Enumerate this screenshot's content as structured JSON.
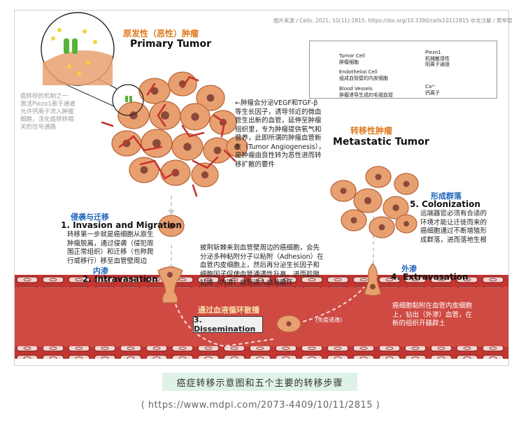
{
  "source_note": "图片来源 / Cells. 2021; 10(11):2815. https://doi.org/10.3390/cells10112815 中文注解 / 黄亭瑄",
  "primary": {
    "title_zh": "原发性（恶性）肿瘤",
    "title_en": "Primary Tumor",
    "side_note": "癌转移的机制之一\n激活Piezo1离子通道\n允许钙离子流入肿瘤\n细胞，活化癌转移相\n关的信号通路",
    "angiogenesis_note": "←肿瘤会分泌VEGF和TGF-β\n等生长因子，诱导邻近的微血\n管生出新的血管，延伸至肿瘤\n组织里，专为肿瘤提供氧气和\n营养，此即所谓的肿瘤血管新\n生（Tumor Angiogenesis），\n是肿瘤由良性转为恶性进而转\n移扩散的要件"
  },
  "legend": {
    "tumor_cell": "Tumor Cell\n肿瘤细胞",
    "endothelial_cell": "Endothelial Cell\n组成血管壁的内皮细胞",
    "blood_vessels": "Blood Vessels\n肿瘤诱导生成的毛细血管",
    "piezo1": "Piezo1\n机械敏感性\n阳离子通道",
    "calcium": "Ca²⁺\n钙离子"
  },
  "steps": {
    "invasion": {
      "title_zh": "侵袭与迁移",
      "title_en": "1. Invasion and Migration",
      "desc": "转移第一步就是癌细胞从原生\n肿瘤脱离，通过侵袭（侵犯周\n围正常组织）和迁移（也称爬\n行或移行）移至血管壁周边"
    },
    "intravasation": {
      "title_zh": "内渗",
      "title_en": "2. Intravasation",
      "desc": "披荆斩棘来到血管壁周边的癌细胞，会先\n分泌多种粘附分子以粘附（Adhesion）在\n血管内皮细胞上，然后再分泌生长因子和\n细胞因子促使血管通透性升高，进而趁隙\n钻进（内渗）血管进入血液循环"
    },
    "dissemination": {
      "title_zh": "通过血液循环散播",
      "title_en": "3. Dissemination",
      "immune": "(免疫逃逸)"
    },
    "extravasation": {
      "title_zh": "外渗",
      "title_en": "4. Extravasation",
      "desc": "癌细胞黏附在血管内皮细胞\n上，钻出（外渗）血管，在\n新的组织开疆辟土"
    },
    "colonization": {
      "title_zh": "形成群落",
      "title_en": "5. Colonization",
      "desc": "远端器官必须有合适的\n环境才能让迁徙而来的\n癌细胞通过不断增殖形\n成群落，进而落地生根"
    }
  },
  "metastatic": {
    "title_zh": "转移性肿瘤",
    "title_en": "Metastatic Tumor"
  },
  "colors": {
    "cell": "#e9a070",
    "cell_edge": "#b8653a",
    "nucleus": "#8a4a3a",
    "vessel": "#c7342f",
    "vessel_dark": "#a52825",
    "channel": "#55b33a",
    "calcium": "#f5d23c",
    "accent_orange": "#e07a1f",
    "accent_blue": "#1c63b8"
  },
  "caption": "癌症转移示意图和五个主要的转移步骤",
  "url": "( https://www.mdpi.com/2073-4409/10/11/2815 )"
}
